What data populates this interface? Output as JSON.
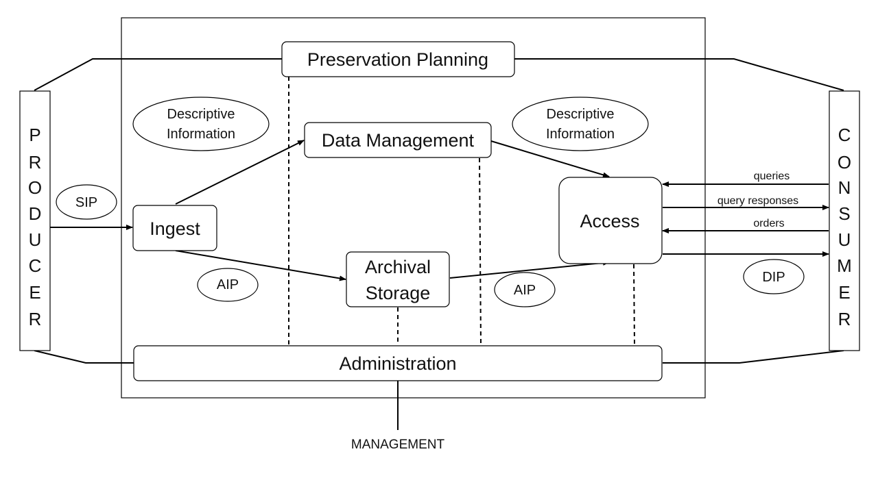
{
  "producer": {
    "letters": [
      "P",
      "R",
      "O",
      "D",
      "U",
      "C",
      "E",
      "R"
    ]
  },
  "consumer": {
    "letters": [
      "C",
      "O",
      "N",
      "S",
      "U",
      "M",
      "E",
      "R"
    ]
  },
  "boxes": {
    "preservation_planning": "Preservation Planning",
    "data_management": "Data Management",
    "ingest": "Ingest",
    "archival_storage_line1": "Archival",
    "archival_storage_line2": "Storage",
    "access": "Access",
    "administration": "Administration"
  },
  "ellipses": {
    "descriptive_info_left_line1": "Descriptive",
    "descriptive_info_left_line2": "Information",
    "descriptive_info_right_line1": "Descriptive",
    "descriptive_info_right_line2": "Information",
    "sip": "SIP",
    "aip_left": "AIP",
    "aip_right": "AIP",
    "dip": "DIP"
  },
  "consumer_flows": {
    "queries": "queries",
    "query_responses": "query responses",
    "orders": "orders"
  },
  "management": "MANAGEMENT"
}
